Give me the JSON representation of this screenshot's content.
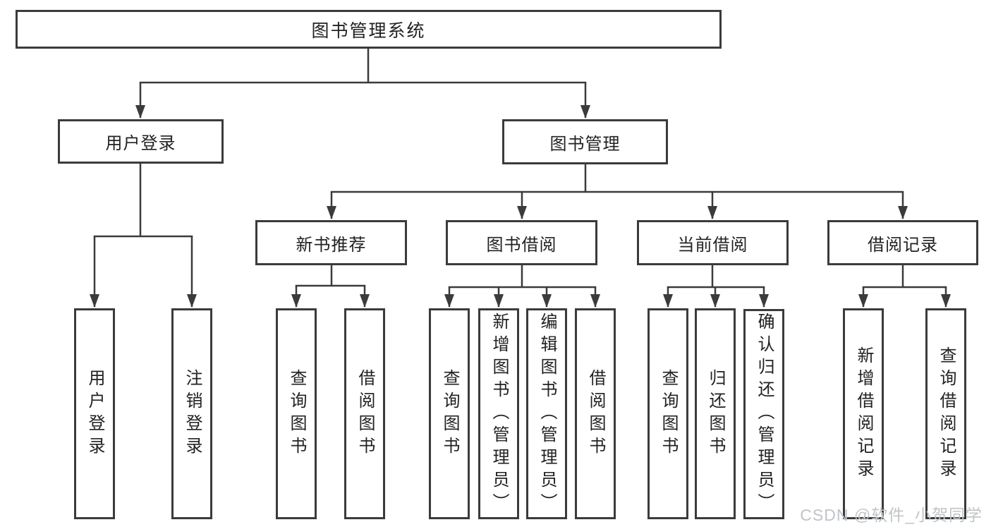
{
  "diagram": {
    "type": "hierarchy-tree",
    "tree": {
      "label": "图书管理系统",
      "children": [
        {
          "label": "用户登录",
          "children": [
            {
              "label": "用户登录"
            },
            {
              "label": "注销登录"
            }
          ]
        },
        {
          "label": "图书管理",
          "children": [
            {
              "label": "新书推荐",
              "children": [
                {
                  "label": "查询图书"
                },
                {
                  "label": "借阅图书"
                }
              ]
            },
            {
              "label": "图书借阅",
              "children": [
                {
                  "label": "查询图书"
                },
                {
                  "label": "新增图书（管理员）"
                },
                {
                  "label": "编辑图书（管理员）"
                },
                {
                  "label": "借阅图书"
                }
              ]
            },
            {
              "label": "当前借阅",
              "children": [
                {
                  "label": "查询图书"
                },
                {
                  "label": "归还图书"
                },
                {
                  "label": "确认归还（管理员）"
                }
              ]
            },
            {
              "label": "借阅记录",
              "children": [
                {
                  "label": "新增借阅记录"
                },
                {
                  "label": "查询借阅记录"
                }
              ]
            }
          ]
        }
      ]
    }
  },
  "watermark": {
    "text": "CSDN @软件_小贺同学"
  },
  "colors": {
    "line": "#3b3b3b",
    "box_border": "#3b3b3b",
    "text": "#222222",
    "background": "#ffffff",
    "watermark": "#c0c4c8"
  }
}
